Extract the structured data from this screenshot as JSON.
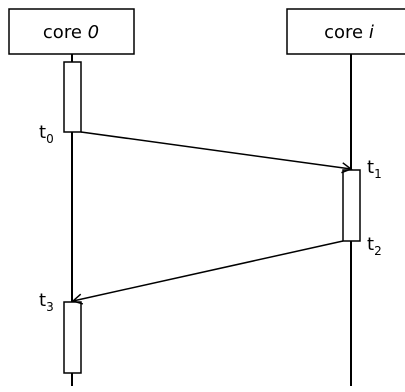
{
  "participants": [
    {
      "prefix": "core ",
      "name": "0"
    },
    {
      "prefix": "core ",
      "name": "i"
    }
  ],
  "timestamps": [
    {
      "base": "t",
      "index": "0"
    },
    {
      "base": "t",
      "index": "1"
    },
    {
      "base": "t",
      "index": "2"
    },
    {
      "base": "t",
      "index": "3"
    }
  ],
  "colors": {
    "stroke": "#000000",
    "fill": "#ffffff"
  }
}
